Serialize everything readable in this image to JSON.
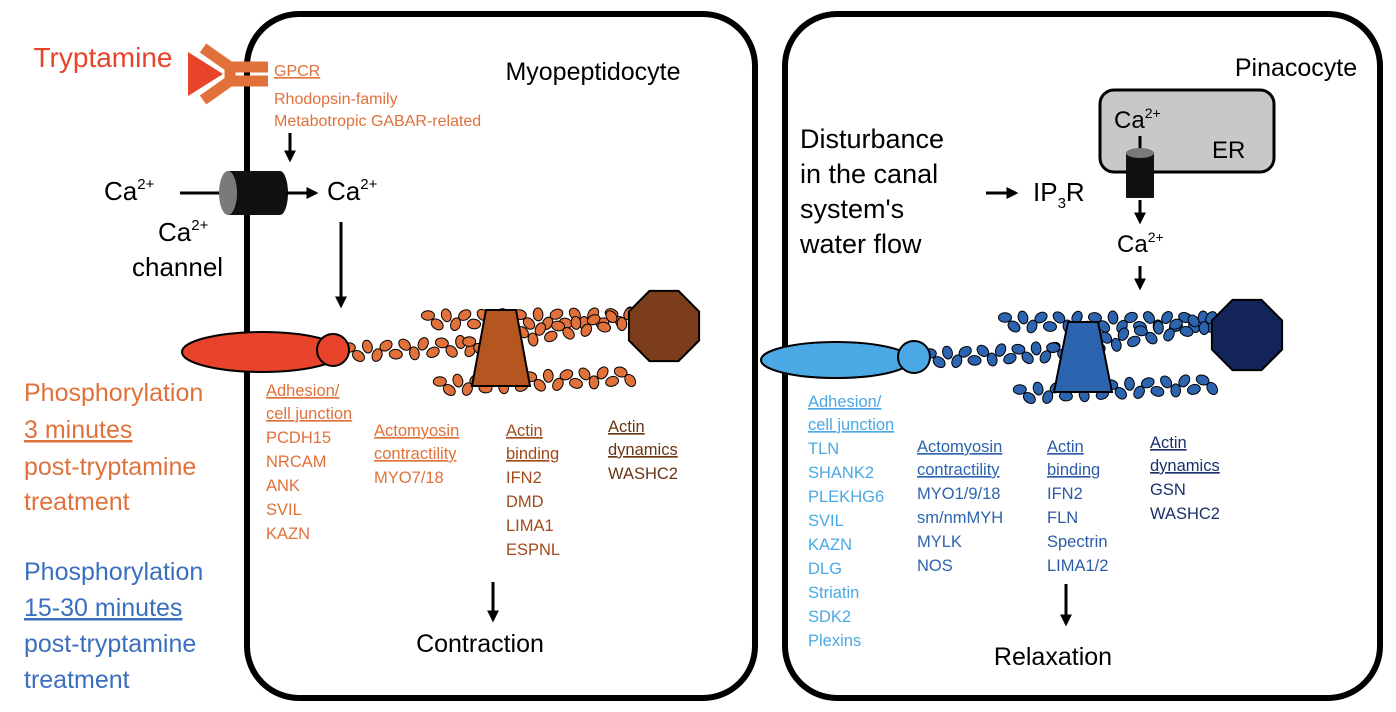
{
  "colors": {
    "tryptamine": "#e8432b",
    "myo_orange": "#e0713a",
    "myo_brown": "#8b4a22",
    "myo_dark_brown": "#6b3514",
    "early_phospho": "#e0713a",
    "late_phospho": "#3a6fbf",
    "pina_light": "#4aa8e4",
    "pina_mid": "#2c64b0",
    "pina_dark": "#1b2f6b",
    "er_fill": "#c8c8c8"
  },
  "ligand": {
    "name": "Tryptamine"
  },
  "receptor": {
    "title": "GPCR",
    "lines": [
      "Rhodopsin-family",
      "Metabotropic GABAR-related"
    ]
  },
  "myopeptidocyte": {
    "title": "Myopeptidocyte",
    "ca_outside": {
      "base": "Ca",
      "sup": "2+"
    },
    "ca_inside": {
      "base": "Ca",
      "sup": "2+"
    },
    "channel_label": {
      "base": "Ca",
      "sup": "2+",
      "line2": "channel"
    },
    "groups": [
      {
        "title_lines": [
          "Adhesion/",
          "cell junction"
        ],
        "items": [
          "PCDH15",
          "NRCAM",
          "ANK",
          "SVIL",
          "KAZN"
        ]
      },
      {
        "title_lines": [
          "Actomyosin",
          "contractility"
        ],
        "items": [
          "MYO7/18"
        ]
      },
      {
        "title_lines": [
          "Actin",
          "binding"
        ],
        "items": [
          "IFN2",
          "DMD",
          "LIMA1",
          "ESPNL"
        ]
      },
      {
        "title_lines": [
          "Actin",
          "dynamics"
        ],
        "items": [
          "WASHC2"
        ]
      }
    ],
    "outcome": "Contraction"
  },
  "pinacocyte": {
    "title": "Pinacocyte",
    "stimulus_lines": [
      "Disturbance",
      "in the canal",
      "system's",
      "water flow"
    ],
    "ip3r": {
      "pre": "IP",
      "sub": "3",
      "post": "R"
    },
    "er": {
      "label": "ER",
      "ca": {
        "base": "Ca",
        "sup": "2+"
      }
    },
    "ca_released": {
      "base": "Ca",
      "sup": "2+"
    },
    "groups": [
      {
        "title_lines": [
          "Adhesion/",
          "cell junction"
        ],
        "items": [
          "TLN",
          "SHANK2",
          "PLEKHG6",
          "SVIL",
          "KAZN",
          "DLG",
          "Striatin",
          "SDK2",
          "Plexins"
        ]
      },
      {
        "title_lines": [
          "Actomyosin",
          "contractility"
        ],
        "items": [
          "MYO1/9/18",
          "sm/nmMYH",
          "MYLK",
          "NOS"
        ]
      },
      {
        "title_lines": [
          "Actin",
          "binding"
        ],
        "items": [
          "IFN2",
          "FLN",
          "Spectrin",
          "LIMA1/2"
        ]
      },
      {
        "title_lines": [
          "Actin",
          "dynamics"
        ],
        "items": [
          "GSN",
          "WASHC2"
        ]
      }
    ],
    "outcome": "Relaxation"
  },
  "legend": {
    "early": {
      "line1": "Phosphorylation",
      "line2": "3 minutes",
      "line3": "post-tryptamine",
      "line4": "treatment"
    },
    "late": {
      "line1": "Phosphorylation",
      "line2": "15-30 minutes",
      "line3": "post-tryptamine",
      "line4": "treatment"
    }
  }
}
